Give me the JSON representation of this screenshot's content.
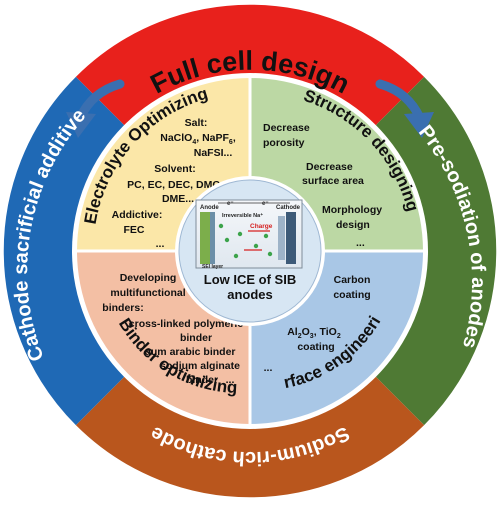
{
  "outer_ring": {
    "top": "Full cell design",
    "right": "Pre-sodiation of anodes",
    "bottom": "Sodium-rich cathode",
    "left": "Cathode sacrificial additive"
  },
  "quadrants": {
    "electrolyte": {
      "title": "Electrolyte Optimizing",
      "salt_head": "Salt:",
      "salt_line1_pre": "NaClO",
      "salt_line1_sub1": "4",
      "salt_line1_mid": ", NaPF",
      "salt_line1_sub2": "6",
      "salt_line1_post": ",",
      "salt_line2": "NaFSI...",
      "solvent_head": "Solvent:",
      "solvent_line1": "PC, EC, DEC, DMC,",
      "solvent_line2": "DME...",
      "additive_head": "Addictive:",
      "additive_line1": "FEC",
      "ellipsis": "..."
    },
    "structure": {
      "title": "Structure designing",
      "item1_line1": "Decrease",
      "item1_line2": "porosity",
      "item2_line1": "Decrease",
      "item2_line2": "surface area",
      "item3_line1": "Morphology",
      "item3_line2": "design",
      "ellipsis": "..."
    },
    "binder": {
      "title": "Binder optimizing",
      "head_line1": "Developing",
      "head_line2": "multifunctional",
      "head_line3": "binders:",
      "item1_line1": "cross-linked polymeric",
      "item1_line2": "binder",
      "item2": "gum arabic binder",
      "item3_line1": "sodium alginate",
      "item3_line2": "binder",
      "ellipsis": "..."
    },
    "surface": {
      "title": "Surface engineering",
      "item1_line1": "Carbon",
      "item1_line2": "coating",
      "item2_pre": "Al",
      "item2_sub1": "2",
      "item2_mid": "O",
      "item2_sub2": "3",
      "item2_post": ", TiO",
      "item2_sub3": "2",
      "item2_line2": "coating",
      "ellipsis": "..."
    }
  },
  "center": {
    "title_line1": "Low ICE of SIB",
    "title_line2": "anodes",
    "inset": {
      "anode": "Anode",
      "cathode": "Cathode",
      "electron": "e⁻",
      "irreversible": "Irreversible Na⁺",
      "charge": "Charge",
      "sei": "SEI layer"
    }
  },
  "colors": {
    "top": "#e8211c",
    "right": "#4f7a34",
    "bottom": "#b9561d",
    "left": "#1f69b5",
    "q_electrolyte": "#fbe7a8",
    "q_structure": "#bcd8a4",
    "q_binder": "#f3bfa4",
    "q_surface": "#a9c7e6",
    "center": "#d7e6f3",
    "arrow": "#3a6fb0"
  }
}
